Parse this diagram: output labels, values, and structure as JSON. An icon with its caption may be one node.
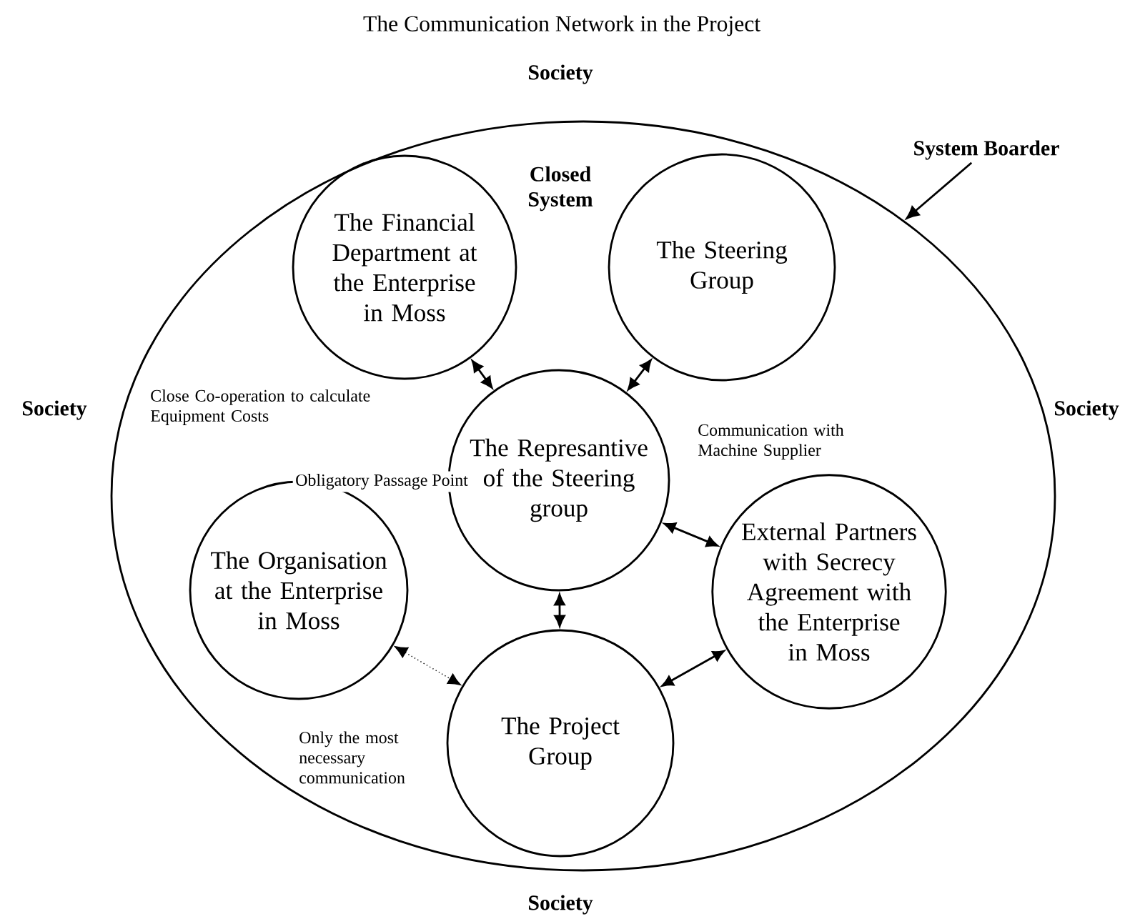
{
  "diagram": {
    "title": "The Communication Network in the Project",
    "nodes": [
      {
        "text": [
          "Closed System"
        ]
      },
      {
        "text": [
          "The Financial Department at the Enterprise in Moss"
        ],
        "in": 0
      },
      {
        "text": [
          "The Steering Group"
        ],
        "in": 0
      },
      {
        "text": [
          "The Represantive of the Steering group"
        ],
        "in": 0
      },
      {
        "text": [
          "The Organisation at the Enterprise in Moss"
        ],
        "in": 0
      },
      {
        "text": [
          "External Partners with Secrecy Agreement with the Enterprise in Moss"
        ],
        "in": 0
      },
      {
        "text": [
          "The Project Group"
        ],
        "in": 0
      },
      {
        "text": [
          "System Boarder"
        ]
      }
    ],
    "edges": [
      {
        "from": 1,
        "to": 3,
        "arrow": "both"
      },
      {
        "from": 2,
        "to": 3,
        "arrow": "both"
      },
      {
        "from": 3,
        "to": 5,
        "arrow": "both"
      },
      {
        "from": 3,
        "to": 6,
        "arrow": "both"
      },
      {
        "from": 4,
        "to": 6,
        "arrow": "both",
        "style": "dashed"
      },
      {
        "from": 5,
        "to": 6,
        "arrow": "both"
      },
      {
        "from": 7,
        "to": 0,
        "arrow": "to"
      }
    ],
    "labels": [
      "Society",
      "Society",
      "Society",
      "Close Co-operation to calculate Equipment Costs",
      "Communication with Machine Supplier",
      "Obligatory Passage Point",
      "Only the most necessary communication",
      "Society"
    ]
  }
}
